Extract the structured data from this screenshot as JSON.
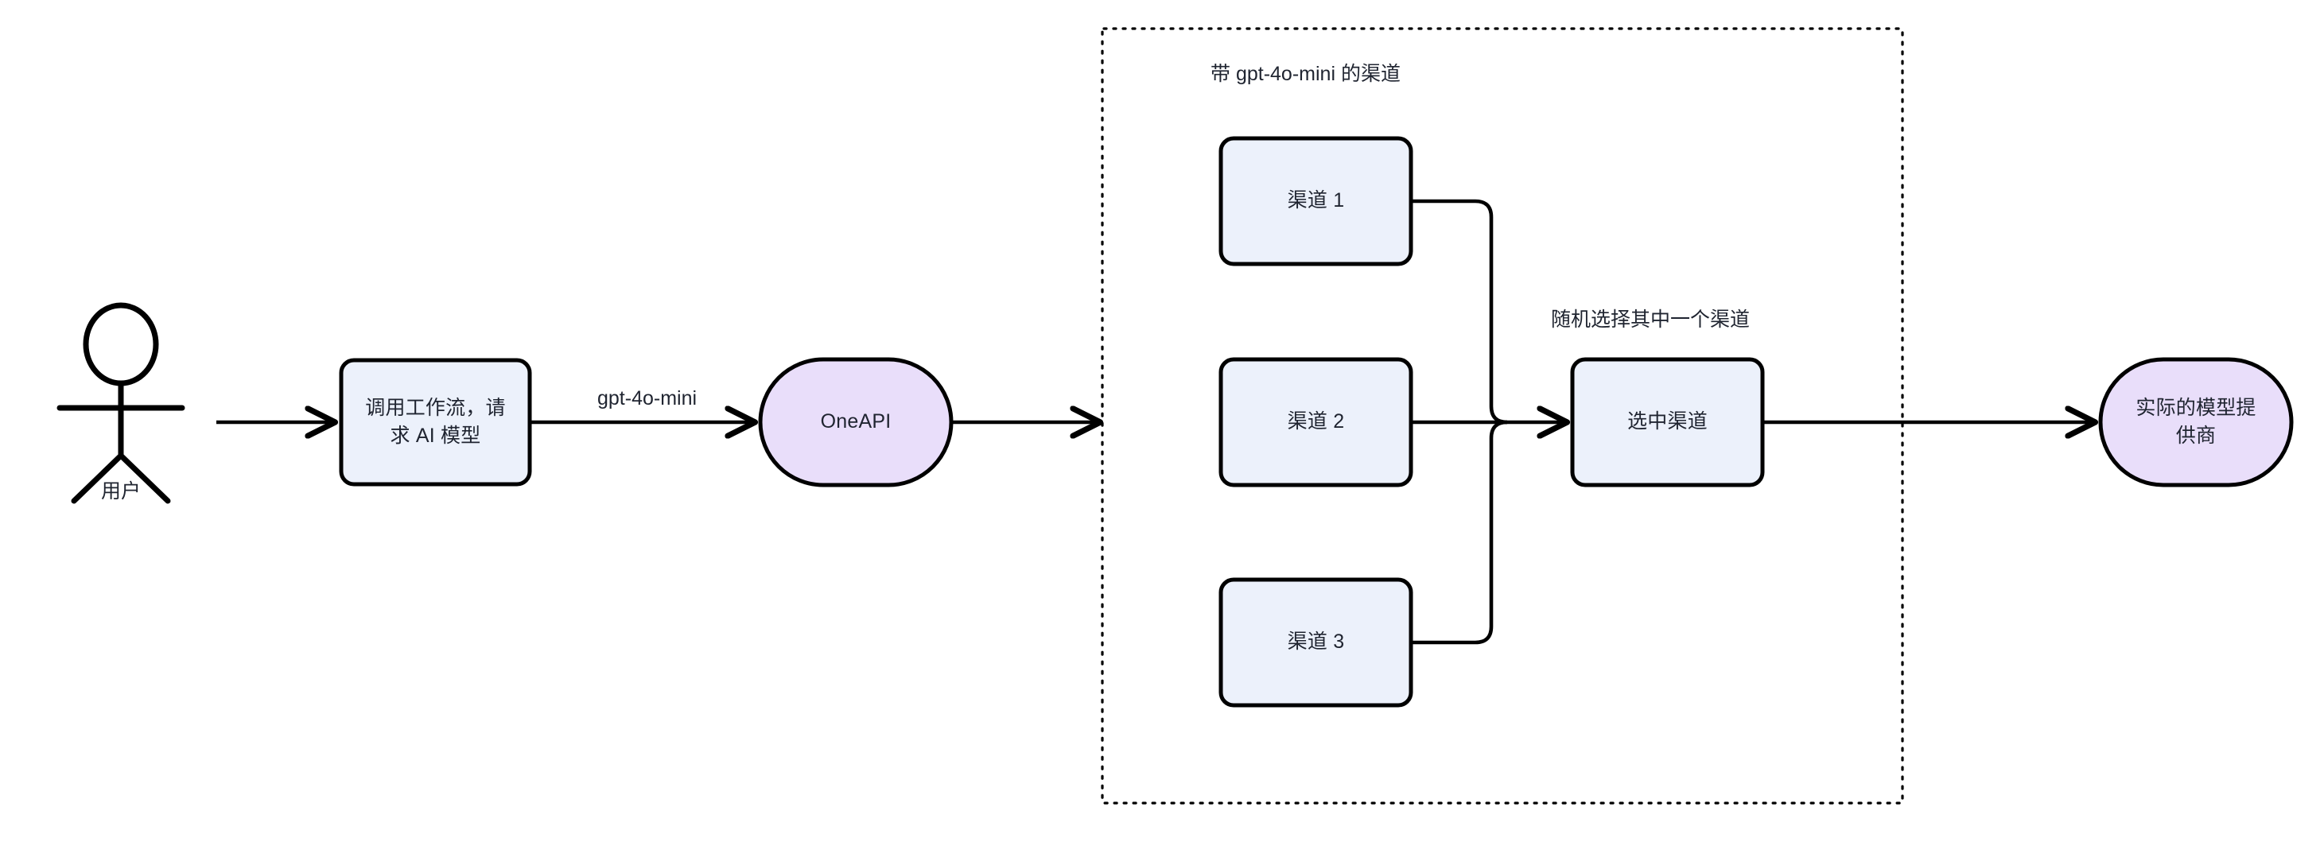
{
  "diagram": {
    "title_visible": false,
    "colors": {
      "stroke": "#000000",
      "process_fill": "#ECF1FB",
      "terminal_fill": "#E9DEFA",
      "text": "#1F2430",
      "cluster_border": "#000000",
      "background": "#FFFFFF"
    },
    "actor": {
      "name": "user-actor",
      "label": "用户"
    },
    "nodes": [
      {
        "id": "workflow",
        "label": "调用工作流，请\n求 AI 模型",
        "shape": "rounded-rect",
        "fill": "#ECF1FB"
      },
      {
        "id": "oneapi",
        "label": "OneAPI",
        "shape": "stadium",
        "fill": "#E9DEFA"
      },
      {
        "id": "channel1",
        "label": "渠道 1",
        "shape": "rounded-rect",
        "fill": "#ECF1FB"
      },
      {
        "id": "channel2",
        "label": "渠道 2",
        "shape": "rounded-rect",
        "fill": "#ECF1FB"
      },
      {
        "id": "channel3",
        "label": "渠道 3",
        "shape": "rounded-rect",
        "fill": "#ECF1FB"
      },
      {
        "id": "selected",
        "label": "选中渠道",
        "shape": "rounded-rect",
        "fill": "#ECF1FB"
      },
      {
        "id": "provider",
        "label": "实际的模型提\n供商",
        "shape": "stadium",
        "fill": "#E9DEFA"
      }
    ],
    "cluster": {
      "id": "gpt4omini-channels",
      "title": "带 gpt-4o-mini 的渠道",
      "border_style": "dotted"
    },
    "edge_labels": [
      {
        "id": "model-name",
        "text": "gpt-4o-mini"
      },
      {
        "id": "random-pick",
        "text": "随机选择其中一个渠道"
      }
    ],
    "flow_order": [
      "用户",
      "调用工作流，请求 AI 模型",
      "OneAPI",
      "渠道 1 / 渠道 2 / 渠道 3",
      "选中渠道",
      "实际的模型提供商"
    ]
  }
}
